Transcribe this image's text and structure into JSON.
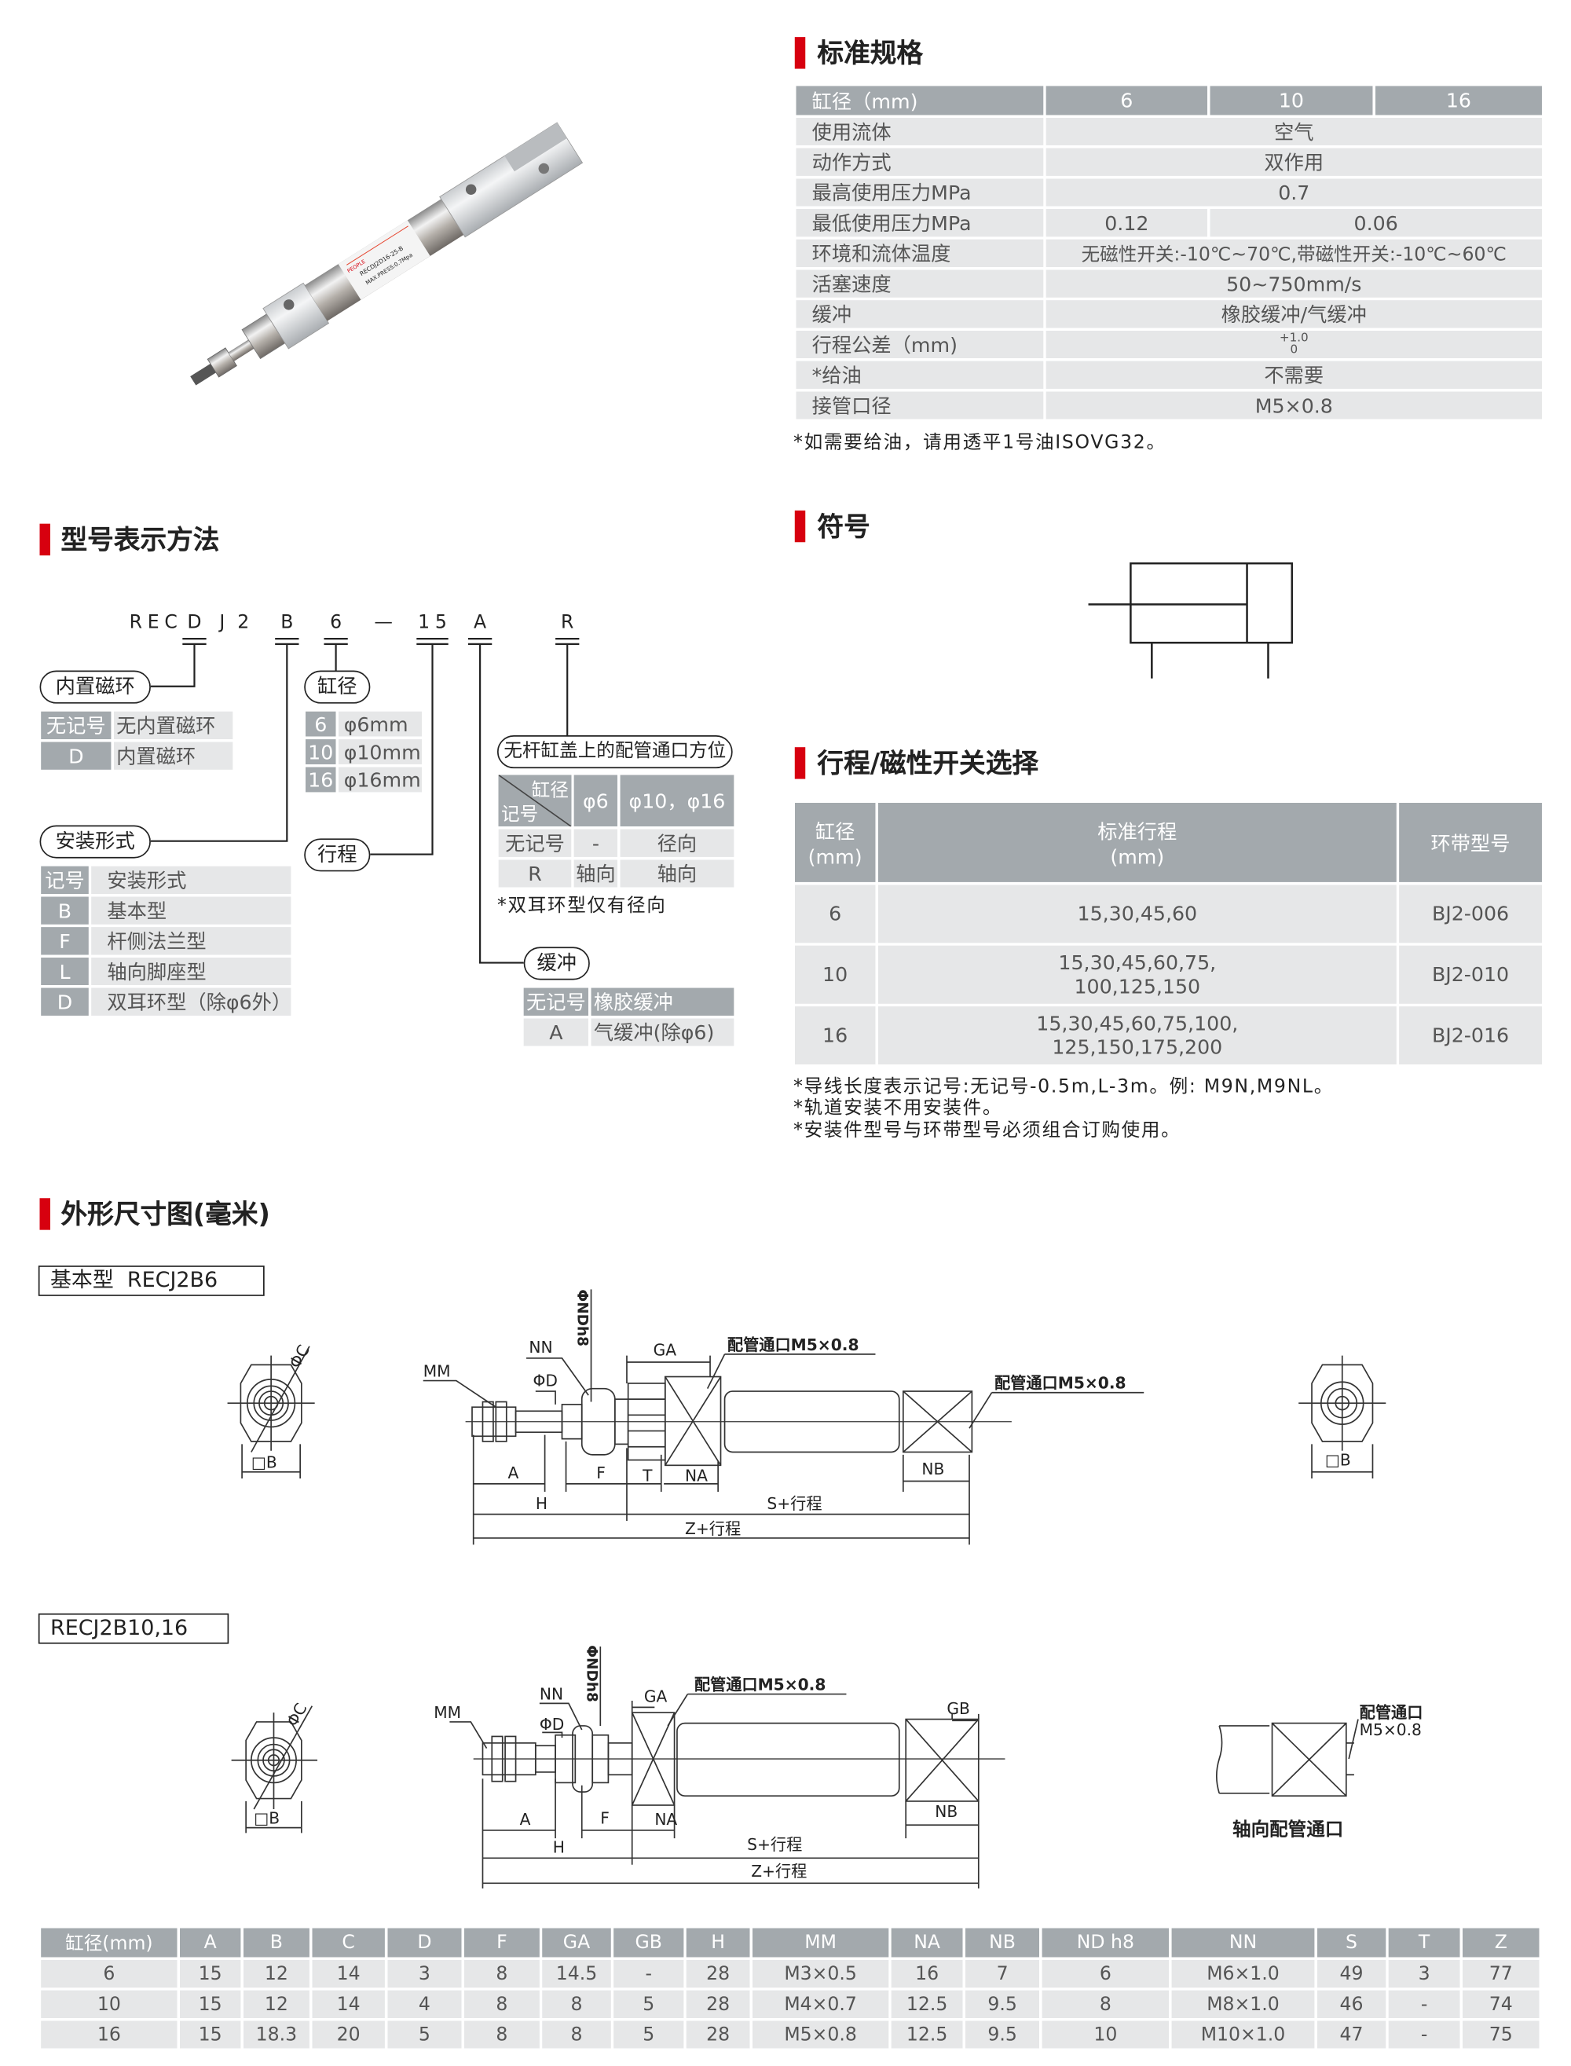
{
  "colors": {
    "accent": "#d7000f",
    "header_gray": "#a3a9ad",
    "cell_gray": "#e6e7e8"
  },
  "sections": {
    "spec_title": "标准规格",
    "model_title": "型号表示方法",
    "symbol_title": "符号",
    "stroke_title": "行程/磁性开关选择",
    "dims_title": "外形尺寸图(毫米)"
  },
  "product_photo": {
    "brand": "PEOPLE",
    "model": "RECDJ2D16-25-B",
    "pressure": "MAX.PRESS:0.7Mpa"
  },
  "spec": {
    "header": [
      "缸径（mm)",
      "6",
      "10",
      "16"
    ],
    "rows": [
      {
        "label": "使用流体",
        "value": "空气"
      },
      {
        "label": "动作方式",
        "value": "双作用"
      },
      {
        "label": "最高使用压力MPa",
        "value": "0.7"
      },
      {
        "label": "最低使用压力MPa",
        "value_6": "0.12",
        "value_10_16": "0.06"
      },
      {
        "label": "环境和流体温度",
        "value": "无磁性开关:-10℃~70℃,带磁性开关:-10℃~60℃"
      },
      {
        "label": "活塞速度",
        "value": "50~750mm/s"
      },
      {
        "label": "缓冲",
        "value": "橡胶缓冲/气缓冲"
      },
      {
        "label": "行程公差（mm)",
        "upper": "+1.0",
        "lower": "0"
      },
      {
        "label": "*给油",
        "value": "不需要"
      },
      {
        "label": "接管口径",
        "value": "M5×0.8"
      }
    ],
    "note": "*如需要给油，请用透平1号油ISOVG32。"
  },
  "model": {
    "code": [
      "REC",
      "D",
      "J",
      "2",
      "B",
      "6",
      "—",
      "15",
      "A",
      "R"
    ],
    "magnet": {
      "title": "内置磁环",
      "rows": [
        [
          "无记号",
          "无内置磁环"
        ],
        [
          "D",
          "内置磁环"
        ]
      ]
    },
    "bore": {
      "title": "缸径",
      "rows": [
        [
          "6",
          "φ6mm"
        ],
        [
          "10",
          "φ10mm"
        ],
        [
          "16",
          "φ16mm"
        ]
      ]
    },
    "mount": {
      "title": "安装形式",
      "rows": [
        [
          "记号",
          "安装形式"
        ],
        [
          "B",
          "基本型"
        ],
        [
          "F",
          "杆侧法兰型"
        ],
        [
          "L",
          "轴向脚座型"
        ],
        [
          "D",
          "双耳环型（除φ6外）"
        ]
      ]
    },
    "stroke": {
      "title": "行程"
    },
    "port": {
      "title": "无杆缸盖上的配管通口方位",
      "diag_top": "缸径",
      "diag_bottom": "记号",
      "cols": [
        "φ6",
        "φ10，φ16"
      ],
      "rows": [
        [
          "无记号",
          "-",
          "径向"
        ],
        [
          "R",
          "轴向",
          "轴向"
        ]
      ],
      "note": "*双耳环型仅有径向"
    },
    "cushion": {
      "title": "缓冲",
      "rows": [
        [
          "无记号",
          "橡胶缓冲"
        ],
        [
          "A",
          "气缓冲(除φ6)"
        ]
      ]
    }
  },
  "stroke_table": {
    "header": {
      "bore": [
        "缸径",
        "(mm)"
      ],
      "stroke": [
        "标准行程",
        "(mm)"
      ],
      "band": "环带型号"
    },
    "rows": [
      {
        "bore": "6",
        "stroke": [
          "15,30,45,60"
        ],
        "band": "BJ2-006"
      },
      {
        "bore": "10",
        "stroke": [
          "15,30,45,60,75,",
          "100,125,150"
        ],
        "band": "BJ2-010"
      },
      {
        "bore": "16",
        "stroke": [
          "15,30,45,60,75,100,",
          "125,150,175,200"
        ],
        "band": "BJ2-016"
      }
    ],
    "notes": [
      "*导线长度表示记号:无记号-0.5m,L-3m。例: M9N,M9NL。",
      "*轨道安装不用安装件。",
      "*安装件型号与环带型号必须组合订购使用。"
    ]
  },
  "drawing1": {
    "title": "基本型  RECJ2B6",
    "labels": {
      "phic": "ΦC",
      "sqb": "□B",
      "mm": "MM",
      "nn": "NN",
      "phid": "ΦD",
      "ndh8": "ΦNDh8",
      "ga": "GA",
      "port1": "配管通口M5×0.8",
      "port2": "配管通口M5×0.8",
      "a": "A",
      "f": "F",
      "t": "T",
      "na": "NA",
      "nb": "NB",
      "h": "H",
      "s": "S+行程",
      "z": "Z+行程",
      "sqb2": "□B"
    }
  },
  "drawing2": {
    "title": "RECJ2B10,16",
    "labels": {
      "phic": "ΦC",
      "sqb": "□B",
      "mm": "MM",
      "nn": "NN",
      "phid": "ΦD",
      "ndh8": "ΦNDh8",
      "ga": "GA",
      "port1": "配管通口M5×0.8",
      "gb": "GB",
      "a": "A",
      "f": "F",
      "na": "NA",
      "nb": "NB",
      "h": "H",
      "s": "S+行程",
      "z": "Z+行程",
      "axial_port_1": "配管通口",
      "axial_port_2": "M5×0.8",
      "axial_caption": "轴向配管通口"
    }
  },
  "dims_table": {
    "header": [
      "缸径(mm)",
      "A",
      "B",
      "C",
      "D",
      "F",
      "GA",
      "GB",
      "H",
      "MM",
      "NA",
      "NB",
      "ND h8",
      "NN",
      "S",
      "T",
      "Z"
    ],
    "rows": [
      [
        "6",
        "15",
        "12",
        "14",
        "3",
        "8",
        "14.5",
        "-",
        "28",
        "M3×0.5",
        "16",
        "7",
        "6",
        "M6×1.0",
        "49",
        "3",
        "77"
      ],
      [
        "10",
        "15",
        "12",
        "14",
        "4",
        "8",
        "8",
        "5",
        "28",
        "M4×0.7",
        "12.5",
        "9.5",
        "8",
        "M8×1.0",
        "46",
        "-",
        "74"
      ],
      [
        "16",
        "15",
        "18.3",
        "20",
        "5",
        "8",
        "8",
        "5",
        "28",
        "M5×0.8",
        "12.5",
        "9.5",
        "10",
        "M10×1.0",
        "47",
        "-",
        "75"
      ]
    ]
  }
}
